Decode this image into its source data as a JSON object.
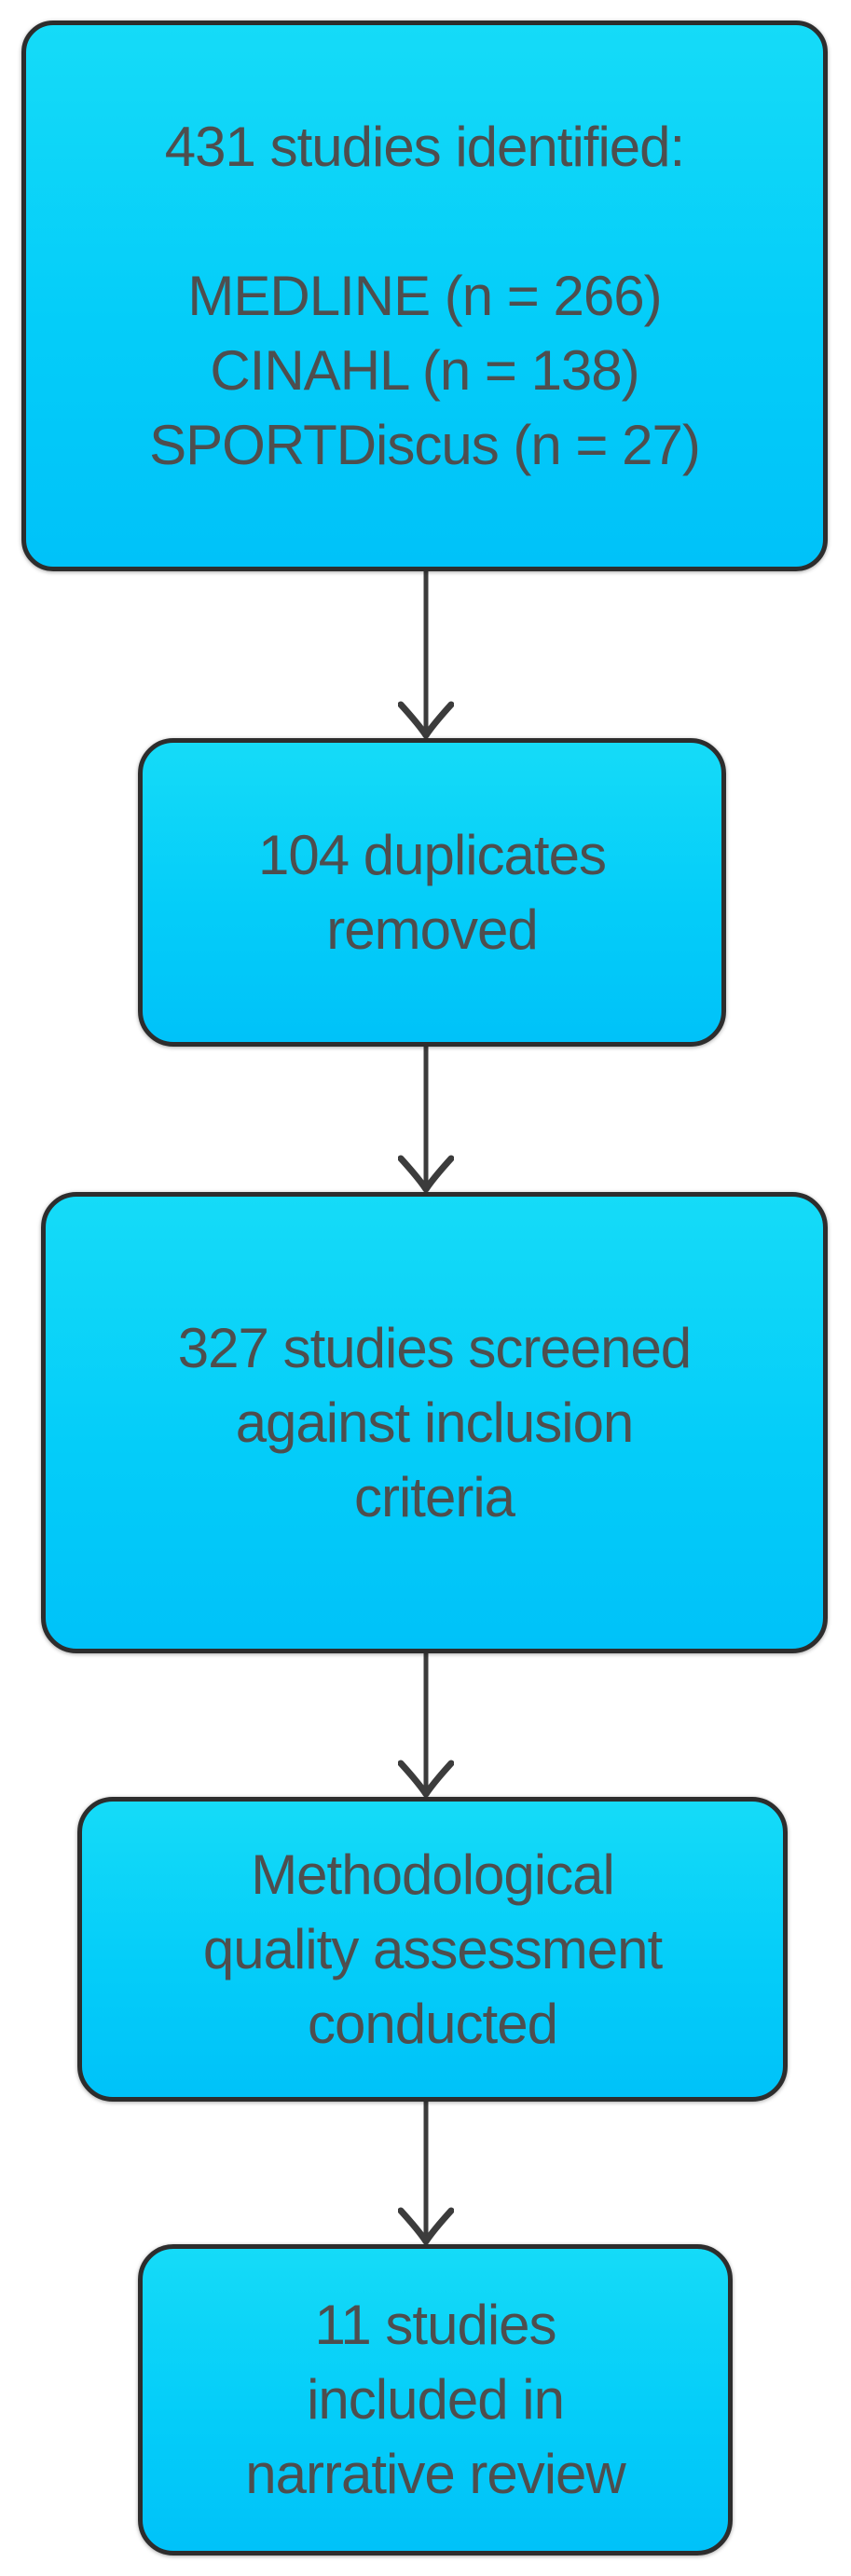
{
  "diagram": {
    "type": "flowchart",
    "direction": "top-down",
    "colors": {
      "node_fill_top": "#15dbf8",
      "node_fill_bottom": "#00c2f9",
      "node_border": "#2d2d2d",
      "text": "#4e4e4e",
      "arrow": "#3c3c3c",
      "background": "#ffffff"
    },
    "nodes": [
      {
        "id": "studies-identified",
        "lines": [
          "431 studies identified:",
          "",
          "MEDLINE (n = 266)",
          "CINAHL (n = 138)",
          "SPORTDiscus (n = 27)"
        ]
      },
      {
        "id": "duplicates-removed",
        "lines": [
          "104 duplicates",
          "removed"
        ]
      },
      {
        "id": "studies-screened",
        "lines": [
          "327 studies screened",
          "against inclusion",
          "criteria"
        ]
      },
      {
        "id": "quality-assessment",
        "lines": [
          "Methodological",
          "quality assessment",
          "conducted"
        ]
      },
      {
        "id": "included-review",
        "lines": [
          "11 studies",
          "included in",
          "narrative review"
        ]
      }
    ],
    "edges": [
      {
        "from": "studies-identified",
        "to": "duplicates-removed"
      },
      {
        "from": "duplicates-removed",
        "to": "studies-screened"
      },
      {
        "from": "studies-screened",
        "to": "quality-assessment"
      },
      {
        "from": "quality-assessment",
        "to": "included-review"
      }
    ]
  }
}
